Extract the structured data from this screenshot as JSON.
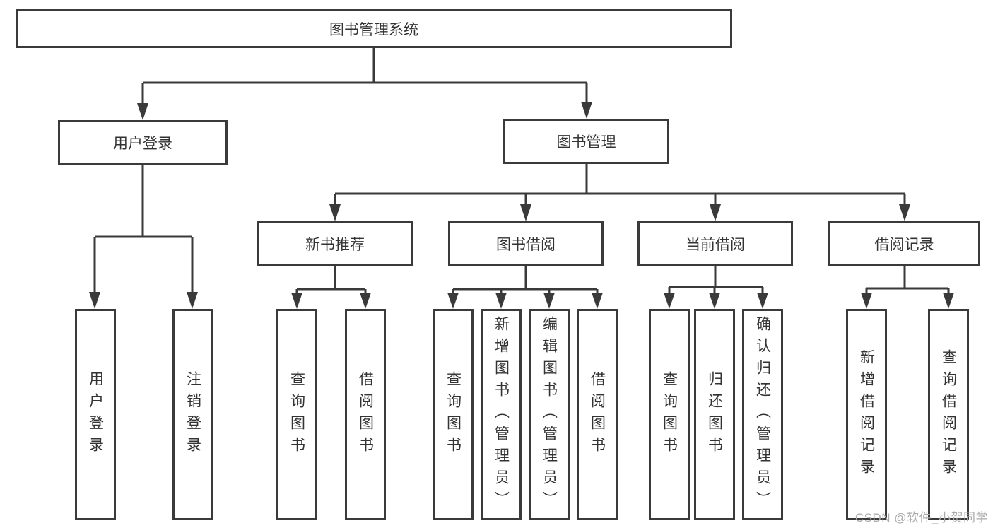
{
  "diagram": {
    "root": {
      "label": "图书管理系统"
    },
    "branches": [
      {
        "label": "用户登录",
        "children": [
          {
            "label": "用户登录"
          },
          {
            "label": "注销登录"
          }
        ]
      },
      {
        "label": "图书管理",
        "children": [
          {
            "label": "新书推荐",
            "children": [
              {
                "label": "查询图书"
              },
              {
                "label": "借阅图书"
              }
            ]
          },
          {
            "label": "图书借阅",
            "children": [
              {
                "label": "查询图书"
              },
              {
                "label": "新增图书（管理员）"
              },
              {
                "label": "编辑图书（管理员）"
              },
              {
                "label": "借阅图书"
              }
            ]
          },
          {
            "label": "当前借阅",
            "children": [
              {
                "label": "查询图书"
              },
              {
                "label": "归还图书"
              },
              {
                "label": "确认归还（管理员）"
              }
            ]
          },
          {
            "label": "借阅记录",
            "children": [
              {
                "label": "新增借阅记录"
              },
              {
                "label": "查询借阅记录"
              }
            ]
          }
        ]
      }
    ]
  },
  "watermark": {
    "text": "CSDN @软件_小贺同学"
  },
  "colors": {
    "line": "#3a3a3a",
    "text": "#333333",
    "background": "#ffffff",
    "watermark": "#ababab"
  }
}
